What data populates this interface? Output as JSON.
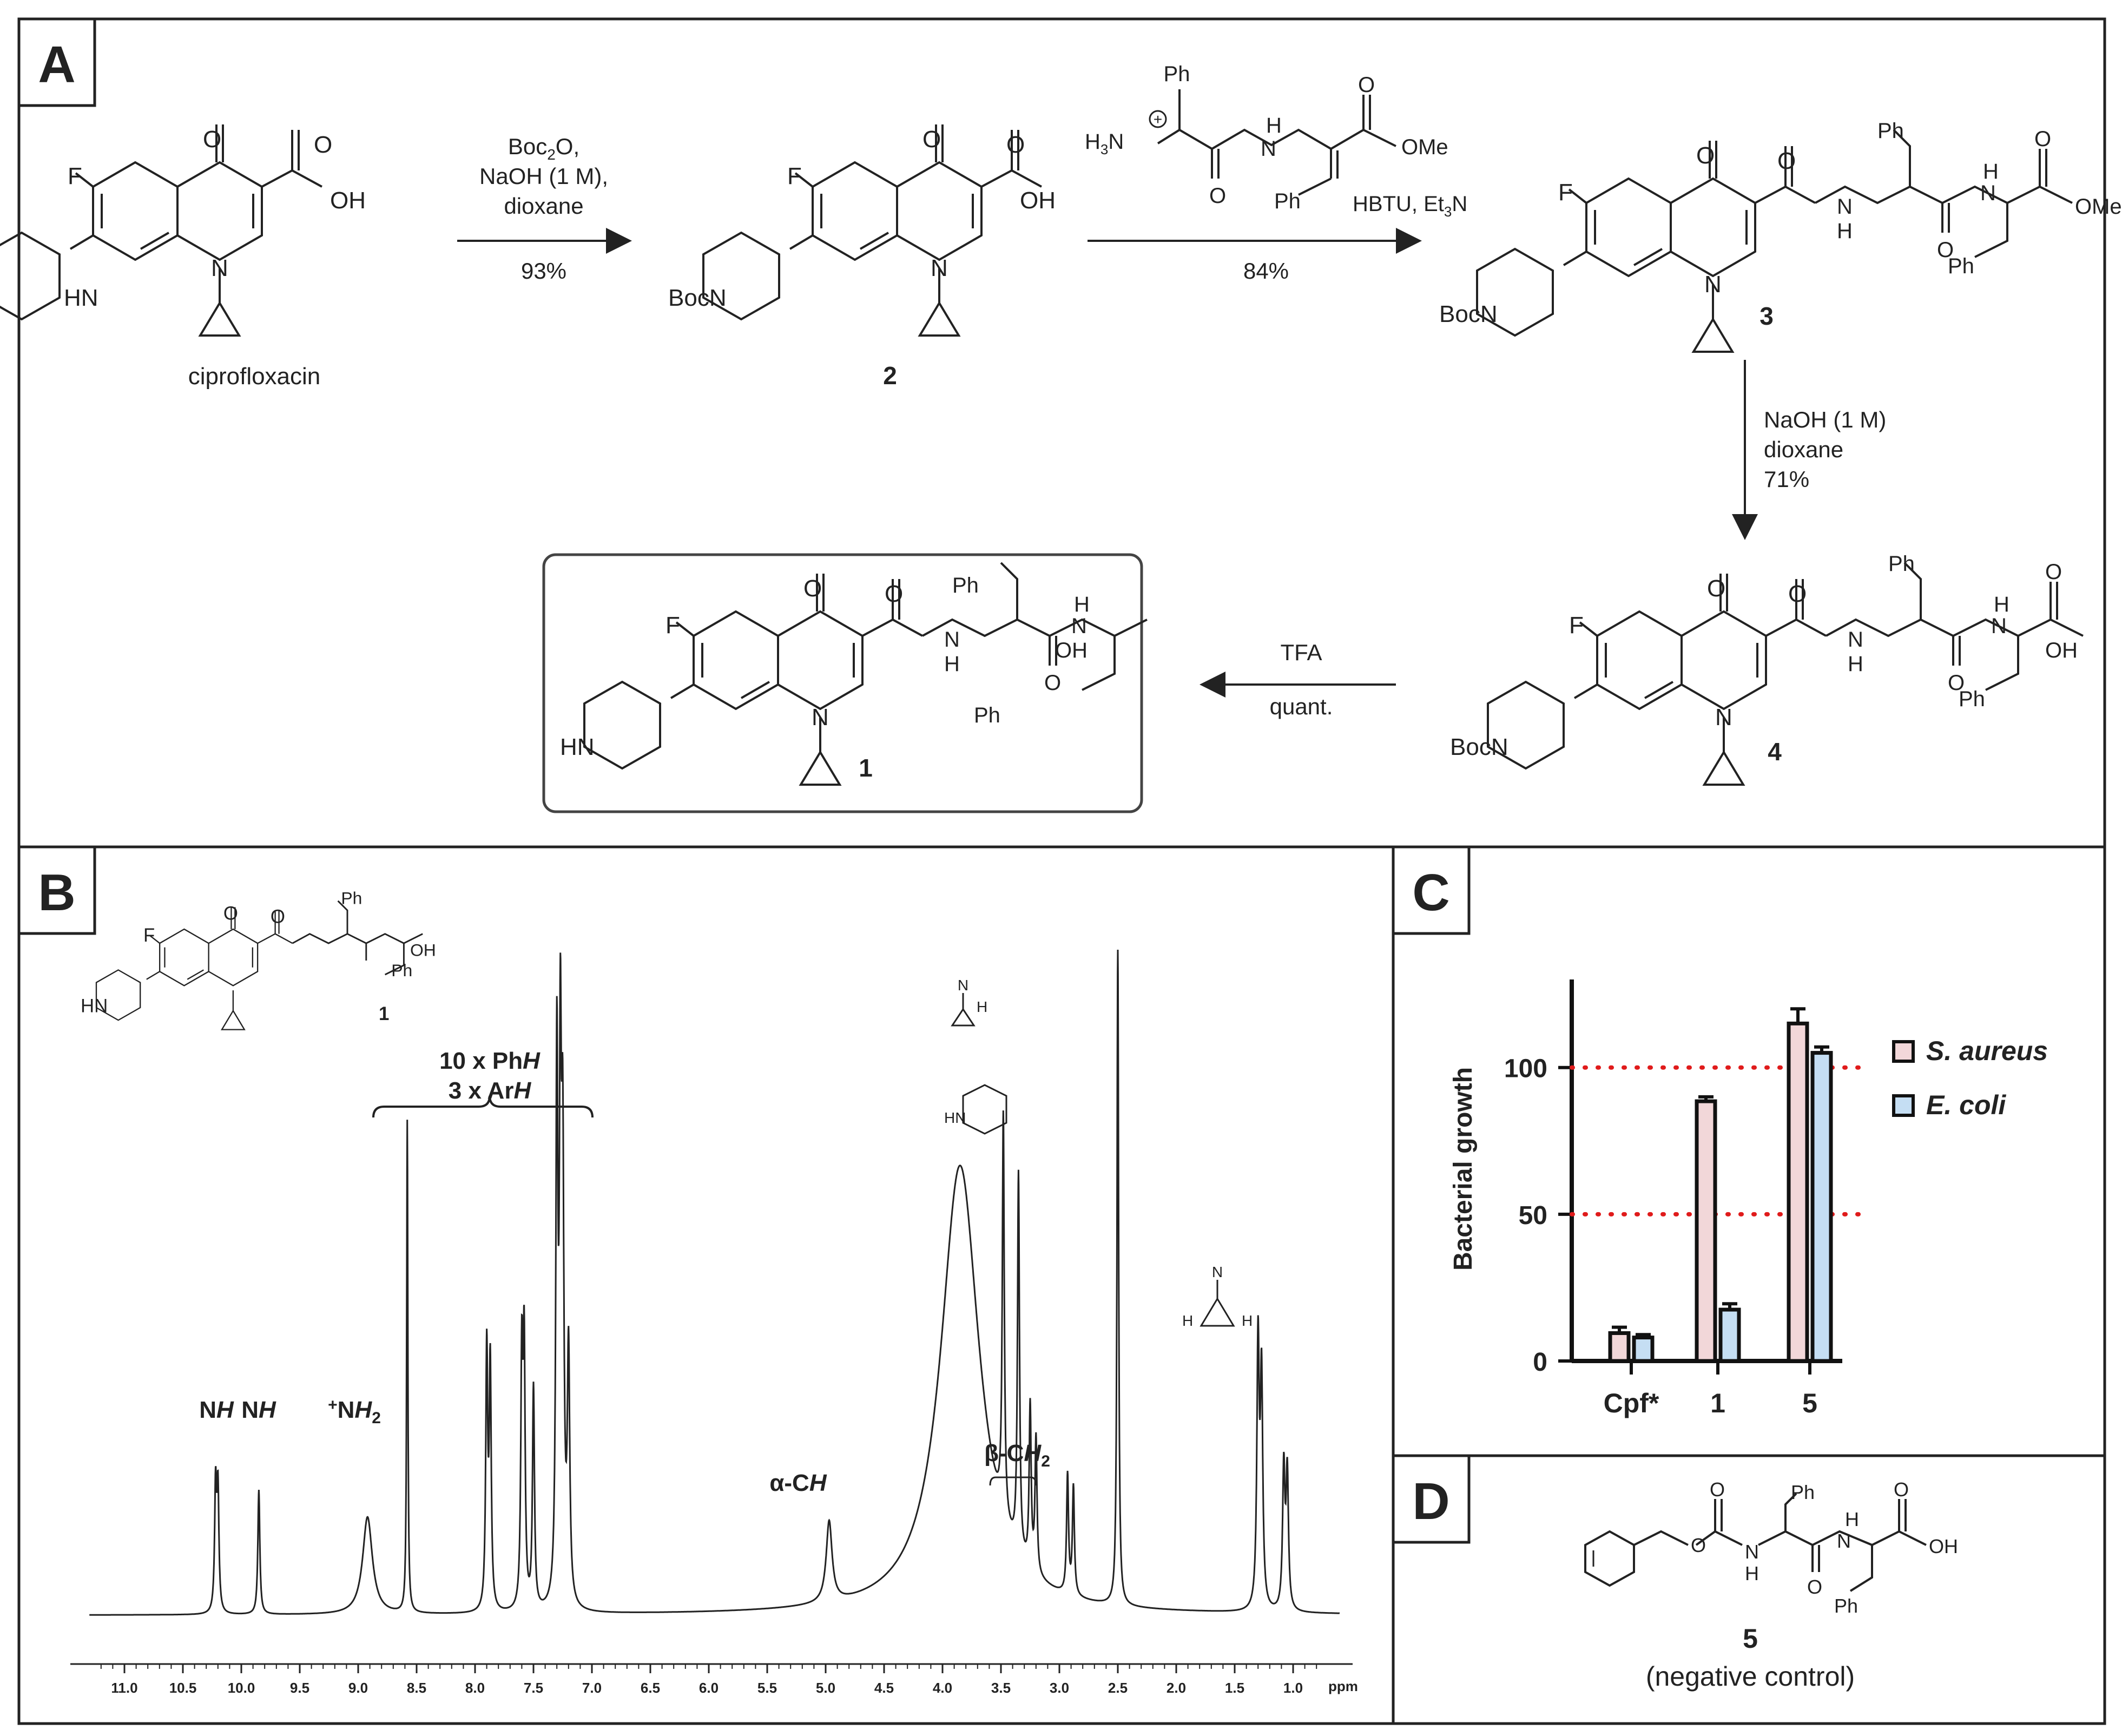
{
  "panels": {
    "A": {
      "letter": "A"
    },
    "B": {
      "letter": "B"
    },
    "C": {
      "letter": "C"
    },
    "D": {
      "letter": "D"
    }
  },
  "scheme": {
    "ciprofloxacin": "ciprofloxacin",
    "step1": {
      "reagent1": "Boc",
      "reagent1_sub": "2",
      "reagent1_tail": "O,",
      "reagent2": "NaOH (1 M),",
      "reagent3": "dioxane",
      "yield": "93%"
    },
    "compound2": "2",
    "step2": {
      "reagent_ion": "H",
      "reagent_ion_sub": "3",
      "reagent_ion_tail": "N",
      "reagent1": "HBTU, Et",
      "reagent1_sub": "3",
      "reagent1_tail": "N",
      "yield": "84%"
    },
    "compound3": "3",
    "step3": {
      "reagent1": "NaOH (1 M)",
      "reagent2": "dioxane",
      "yield": "71%"
    },
    "compound4": "4",
    "step4": {
      "reagent1": "TFA",
      "yield": "quant."
    },
    "compound1": "1",
    "atoms": {
      "F": "F",
      "O": "O",
      "OH": "OH",
      "N": "N",
      "HN": "HN",
      "H": "H",
      "Boc": "BocN",
      "Ph": "Ph",
      "OMe": "OMe",
      "plus": "+"
    }
  },
  "nmr": {
    "compound": "1",
    "group_label1_pre": "10 x Ph",
    "group_label1_it": "H",
    "group_label2_pre": "3 x Ar",
    "group_label2_it": "H",
    "peak_NH1_pre": "N",
    "peak_NH1_it": "H",
    "peak_NH2_pre": "N",
    "peak_NH2_it": "H",
    "peak_NH2plus_sup": "+",
    "peak_NH2plus_pre": "N",
    "peak_NH2plus_it": "H",
    "peak_NH2plus_sub": "2",
    "peak_alpha_pre": "α-C",
    "peak_alpha_it": "H",
    "peak_beta_pre": "β-C",
    "peak_beta_it": "H",
    "peak_beta_sub": "2",
    "axis_unit": "ppm",
    "axis_ticks": [
      "11.0",
      "10.5",
      "10.0",
      "9.5",
      "9.0",
      "8.5",
      "8.0",
      "7.5",
      "7.0",
      "6.5",
      "6.0",
      "5.5",
      "5.0",
      "4.5",
      "4.0",
      "3.5",
      "3.0",
      "2.5",
      "2.0",
      "1.5",
      "1.0"
    ]
  },
  "chart_data": {
    "type": "bar",
    "title": "",
    "xlabel": "",
    "ylabel": "Bacterial growth",
    "ylim": [
      0,
      130
    ],
    "yticks": [
      0,
      50,
      100
    ],
    "categories": [
      "Cpf*",
      "1",
      "5"
    ],
    "series": [
      {
        "name": "S. aureus",
        "color": "#f2d7d9",
        "values": [
          9.5,
          88.5,
          115
        ],
        "errors": [
          2,
          1.5,
          5
        ]
      },
      {
        "name": "E. coli",
        "color": "#c5def3",
        "values": [
          8,
          17.5,
          105
        ],
        "errors": [
          1,
          2,
          2
        ]
      }
    ],
    "reference_lines": [
      50,
      100
    ],
    "reference_color": "#e01b1b",
    "legend_position": "right"
  },
  "panelD": {
    "compound": "5",
    "caption": "(negative control)"
  }
}
